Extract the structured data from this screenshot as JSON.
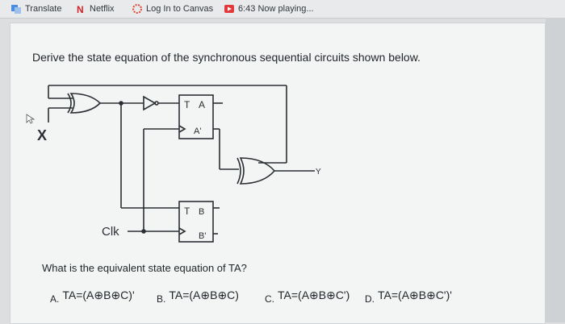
{
  "bookmarks": [
    {
      "label": "Translate",
      "icon": "translate-icon"
    },
    {
      "label": "Netflix",
      "icon": "netflix-icon"
    },
    {
      "label": "Log In to Canvas",
      "icon": "canvas-icon"
    },
    {
      "label": "6:43 Now playing...",
      "icon": "media-icon"
    }
  ],
  "question": {
    "text": "Derive the state equation of the synchronous sequential circuits shown below."
  },
  "circuit": {
    "input_label": "X",
    "clock_label": "Clk",
    "output_label": "Y",
    "ff_a": {
      "t": "T",
      "q": "A",
      "qbar": "A'"
    },
    "ff_b": {
      "t": "T",
      "q": "B",
      "qbar": "B'"
    }
  },
  "prompt": "What is the equivalent state equation of TA?",
  "options": [
    {
      "letter": "A.",
      "text": "TA=(A⊕B⊕C)'"
    },
    {
      "letter": "B.",
      "text": "TA=(A⊕B⊕C)"
    },
    {
      "letter": "C.",
      "text": "TA=(A⊕B⊕C')"
    },
    {
      "letter": "D.",
      "text": "TA=(A⊕B⊕C')'"
    }
  ],
  "colors": {
    "netflix": "#d81f26",
    "media": "#e23a3a",
    "translate": "#4a8be0",
    "canvas": "#e0432e"
  }
}
